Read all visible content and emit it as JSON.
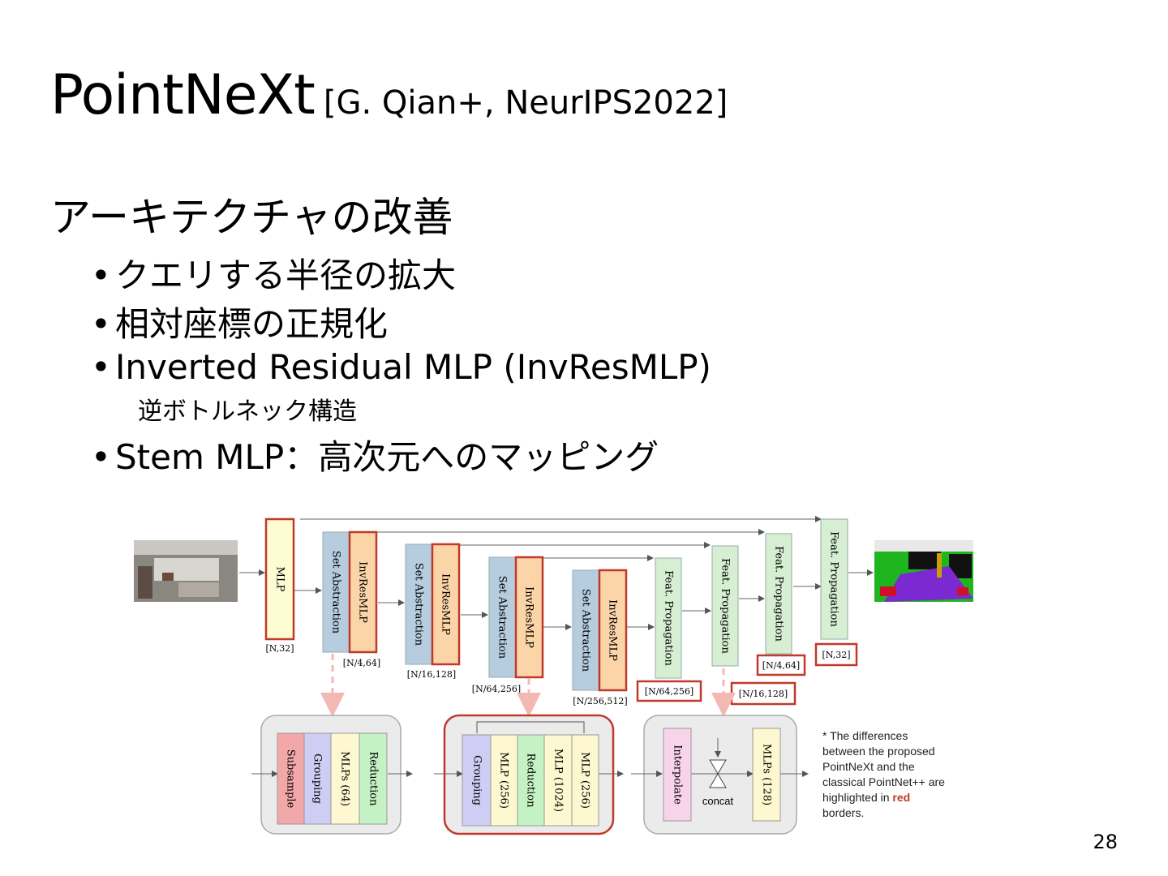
{
  "slide": {
    "title": "PointNeXt",
    "citation": "[G. Qian+, NeurIPS2022]",
    "subtitle": "アーキテクチャの改善",
    "bullets": [
      "クエリする半径の拡大",
      "相対座標の正規化",
      "Inverted Residual MLP (InvResMLP)",
      "Stem MLP：高次元へのマッピング"
    ],
    "bullet_note": "逆ボトルネック構造",
    "page_number": "28"
  },
  "diagram": {
    "stem": "MLP",
    "set_abstraction": "Set Abstraction",
    "invresmlp": "InvResMLP",
    "feat_propagation": "Feat. Propagation",
    "shapes": [
      "[N,32]",
      "[N/4,64]",
      "[N/16,128]",
      "[N/64,256]",
      "[N/256,512]",
      "[N/64,256]",
      "[N/16,128]",
      "[N/4,64]",
      "[N,32]"
    ],
    "sa_block": [
      "Subsample",
      "Grouping",
      "MLPs (64)",
      "Reduction"
    ],
    "inv_block": [
      "Grouping",
      "MLP (256)",
      "Reduction",
      "MLP (1024)",
      "MLP (256)"
    ],
    "fp_block": {
      "interpolate": "Interpolate",
      "concat": "concat",
      "mlps": "MLPs (128)"
    },
    "note_lines": [
      "* The differences",
      "between the proposed",
      "PointNeXt and the",
      "classical PointNet++ are",
      "highlighted in",
      "borders."
    ],
    "note_red_word": "red",
    "colors": {
      "red_border": "#c0392b",
      "sa_blue": "#b6cde0",
      "inv_orange": "#fbd5a8",
      "fp_green": "#d6eed2",
      "stem_yellow": "#fdfcd2",
      "subsample_red": "#f2a8a8",
      "grouping_purple": "#cfcdf3",
      "mlp_yellow": "#fdf8cf",
      "reduction_green": "#c4f2c4",
      "interpolate_pink": "#f8d4ea",
      "group_bg": "#ebebeb",
      "dashed_pink": "#f4b8b4"
    }
  }
}
